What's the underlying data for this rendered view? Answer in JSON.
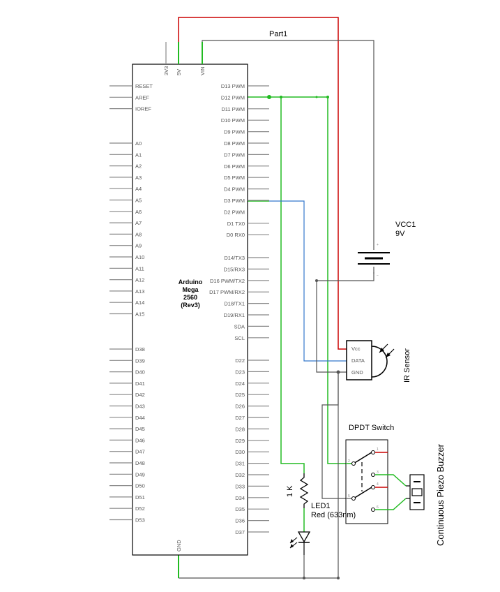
{
  "arduino": {
    "name_lines": [
      "Arduino",
      "Mega",
      "2560",
      "(Rev3)"
    ],
    "top_pins": [
      "3V3",
      "5V",
      "VIN"
    ],
    "bottom_pin": "GND",
    "left_pins": [
      "RESET",
      "AREF",
      "IOREF",
      "A0",
      "A1",
      "A2",
      "A3",
      "A4",
      "A5",
      "A6",
      "A7",
      "A8",
      "A9",
      "A10",
      "A11",
      "A12",
      "A13",
      "A14",
      "A15",
      "D38",
      "D39",
      "D40",
      "D41",
      "D42",
      "D43",
      "D44",
      "D45",
      "D46",
      "D47",
      "D48",
      "D49",
      "D50",
      "D51",
      "D52",
      "D53"
    ],
    "right_pins": [
      "D13 PWM",
      "D12 PWM",
      "D11 PWM",
      "D10 PWM",
      "D9 PWM",
      "D8 PWM",
      "D7 PWM",
      "D6 PWM",
      "D5 PWM",
      "D4 PWM",
      "D3 PWM",
      "D2 PWM",
      "D1 TX0",
      "D0 RX0",
      "D14/TX3",
      "D15/RX3",
      "D16 PWM/TX2",
      "D17 PWM/RX2",
      "D18/TX1",
      "D19/RX1",
      "SDA",
      "SCL",
      "D22",
      "D23",
      "D24",
      "D25",
      "D26",
      "D27",
      "D28",
      "D29",
      "D30",
      "D31",
      "D32",
      "D33",
      "D34",
      "D35",
      "D36",
      "D37"
    ]
  },
  "part_label": "Part1",
  "battery": {
    "name": "VCC1",
    "value": "9V",
    "pin_plus": "+",
    "pin_minus": "−"
  },
  "ir_sensor": {
    "name": "IR Sensor",
    "pins": [
      "Vcc",
      "DATA",
      "GND"
    ]
  },
  "switch": {
    "name": "DPDT Switch",
    "pin_numbers": [
      "1",
      "2",
      "3",
      "4",
      "5",
      "6"
    ]
  },
  "resistor": {
    "value": "1 K"
  },
  "led": {
    "name": "LED1",
    "desc": "Red (633nm)"
  },
  "buzzer": {
    "name": "Continuous Piezo Buzzer"
  },
  "colors": {
    "vcc_wire": "#cc0000",
    "green_wire": "#22bb22",
    "blue_wire": "#3377cc",
    "gray_wire": "#555555"
  }
}
